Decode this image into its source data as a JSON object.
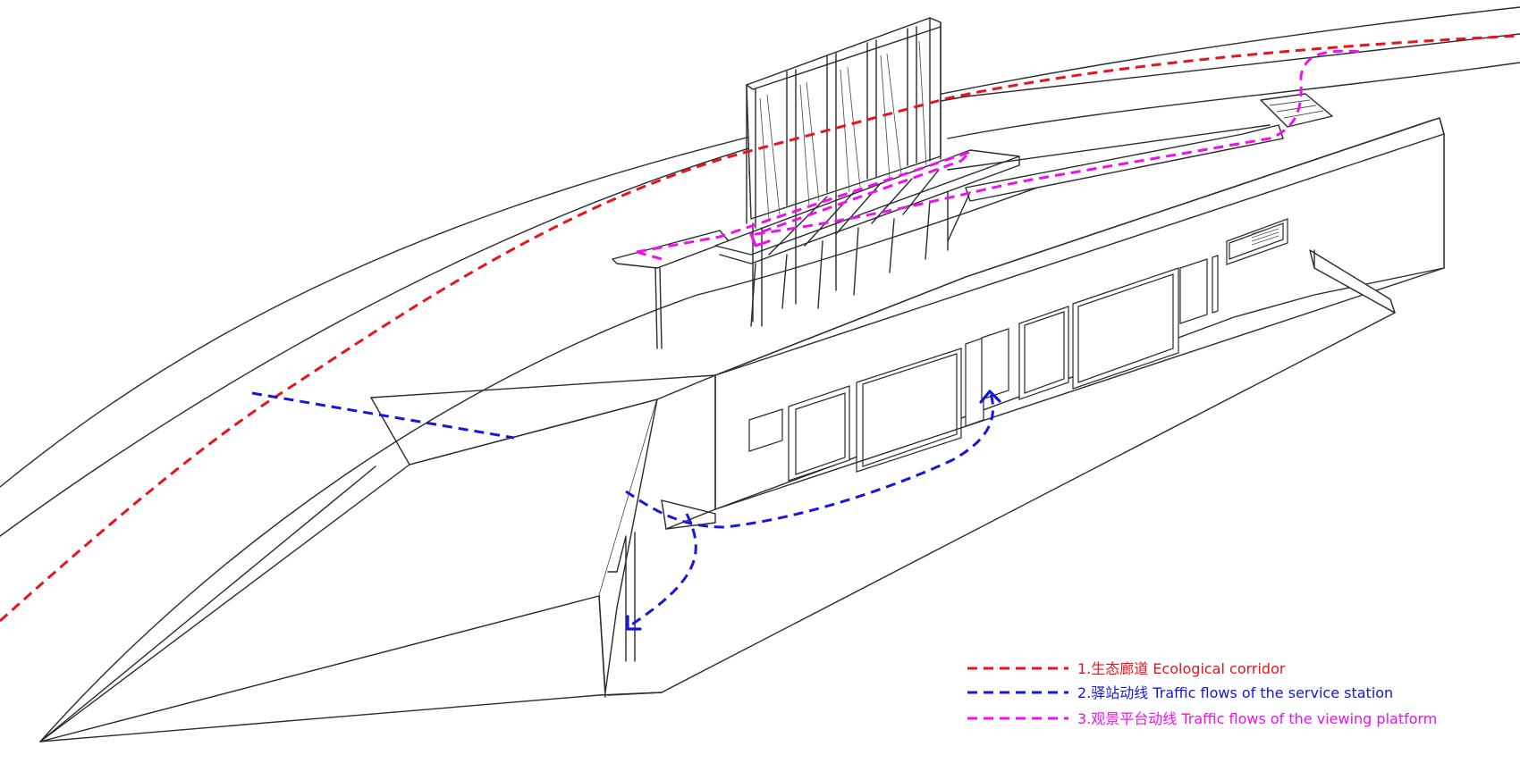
{
  "colors": {
    "ecological": "#e8141c",
    "service": "#1616e0",
    "viewing": "#ee10ee",
    "line": "#2b2b2b"
  },
  "legend": [
    {
      "key": "ecological",
      "label": "1.生态廊道  Ecological corridor"
    },
    {
      "key": "service",
      "label": "2.驿站动线  Traffic flows of the service station"
    },
    {
      "key": "viewing",
      "label": "3.观景平台动线  Traffic flows of the viewing platform"
    }
  ]
}
